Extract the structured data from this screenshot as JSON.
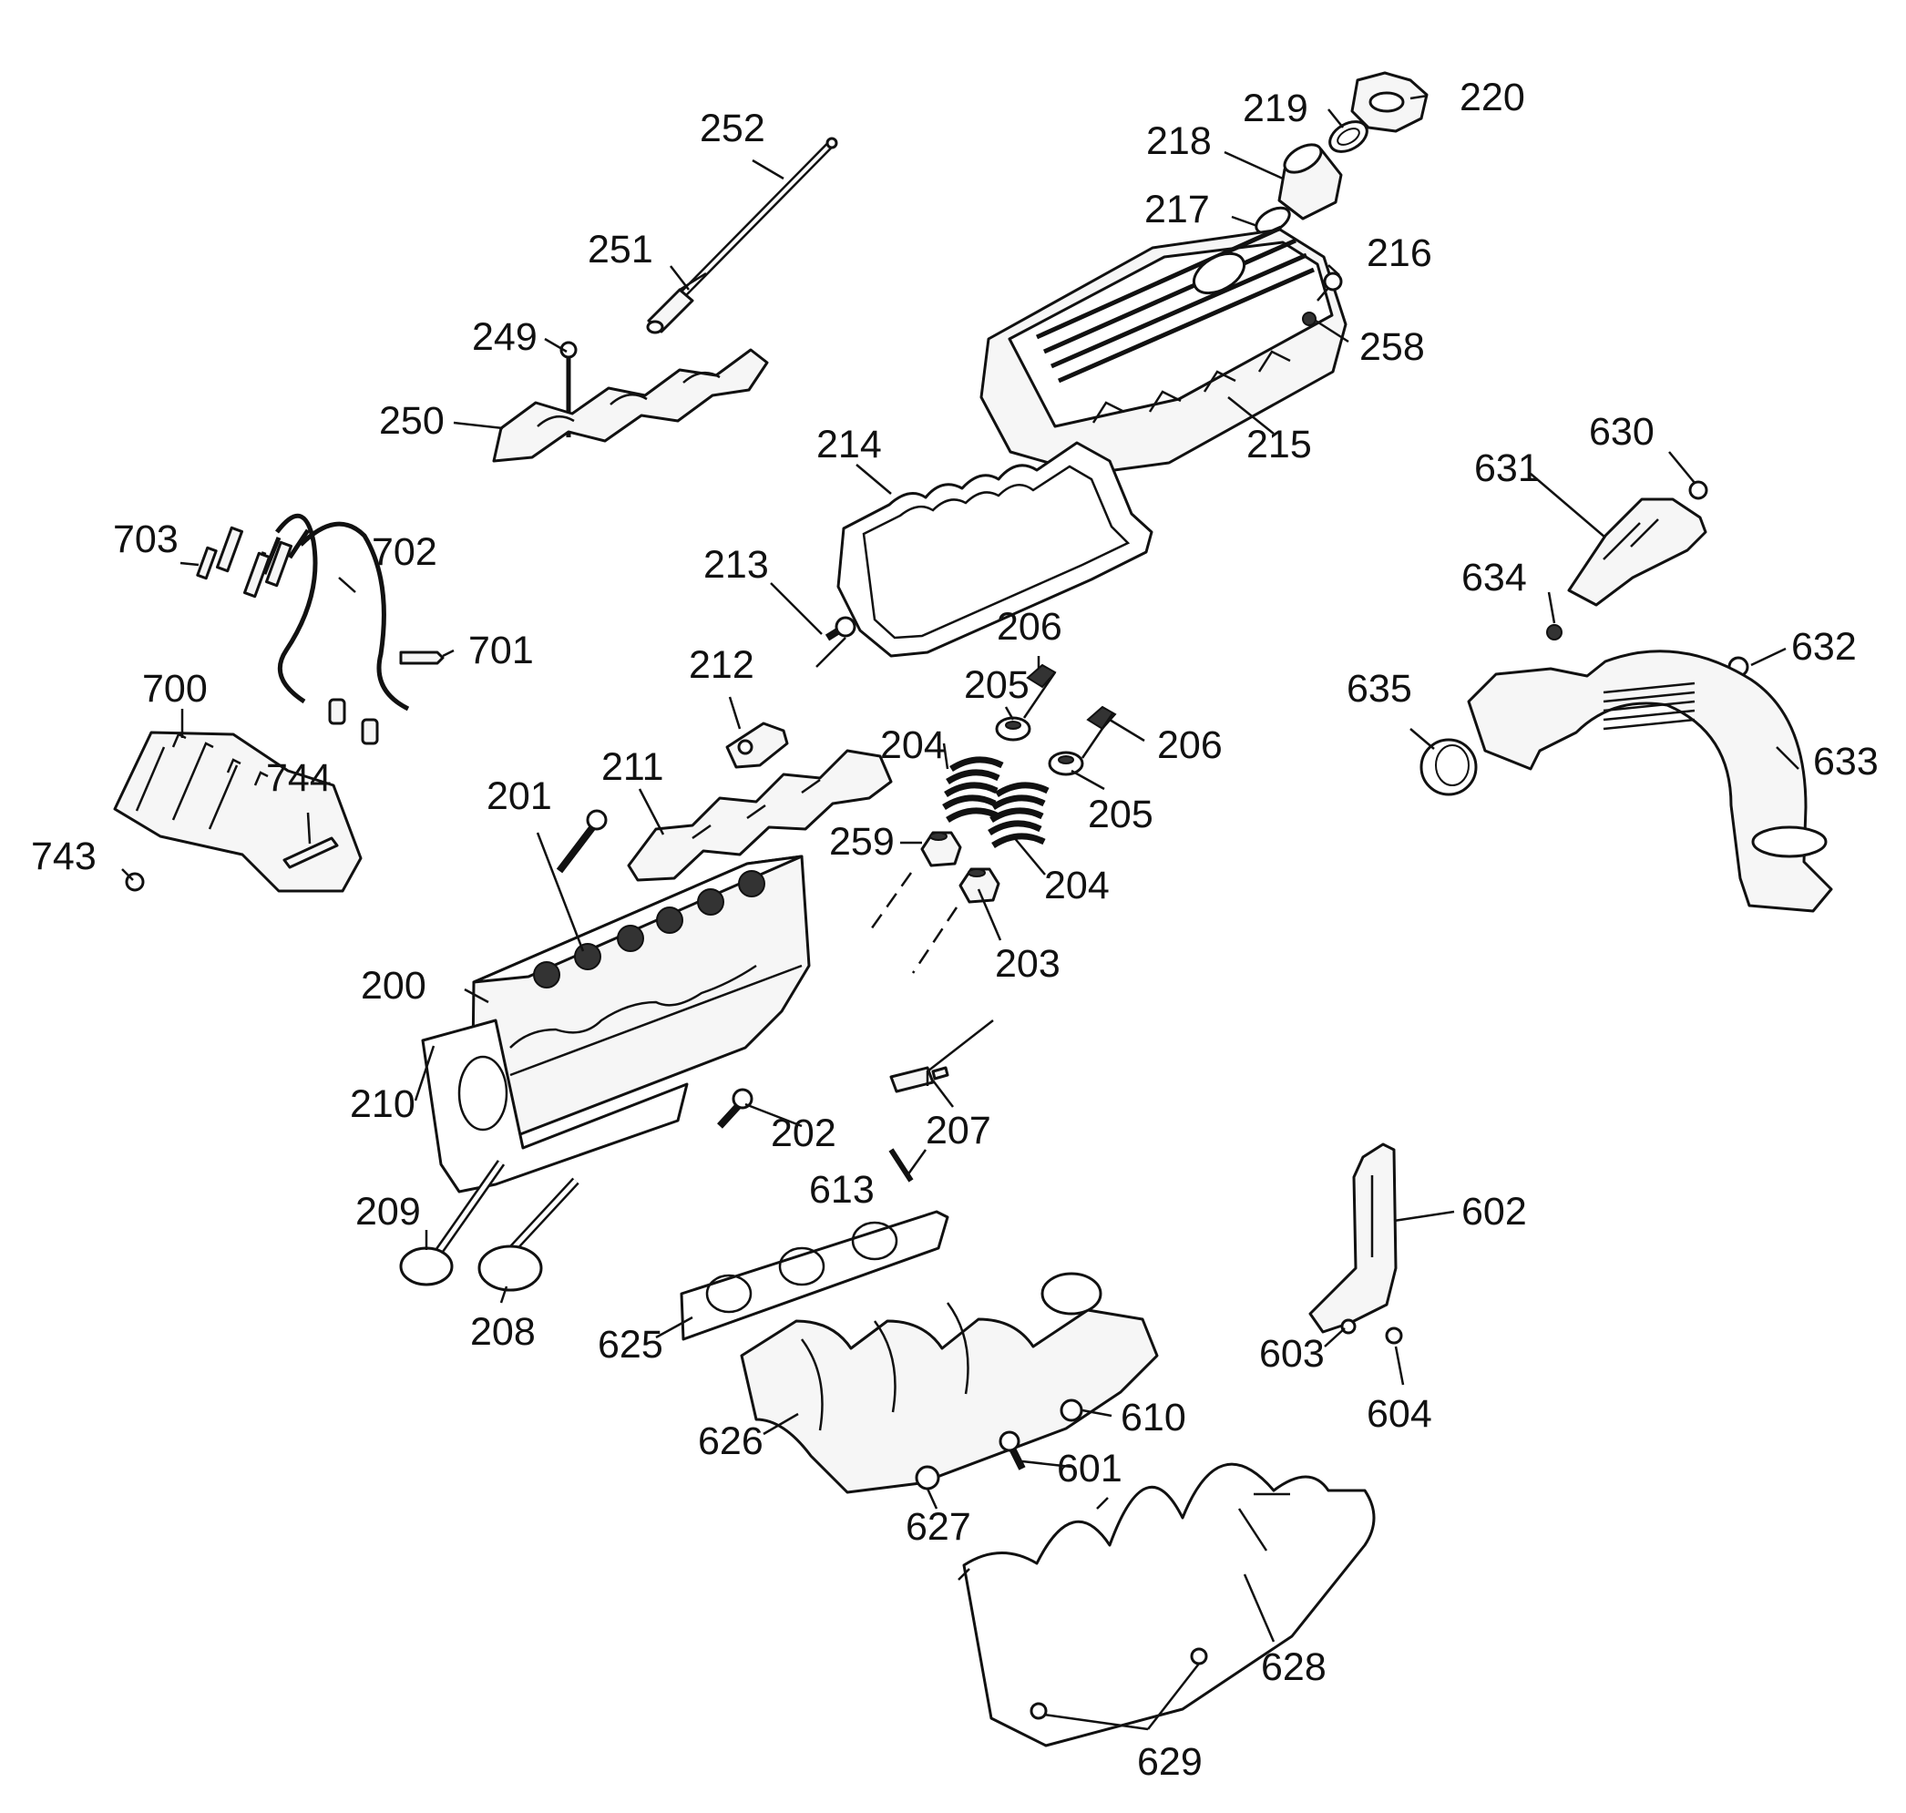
{
  "callouts": [
    {
      "id": "c200",
      "text": "200"
    },
    {
      "id": "c201",
      "text": "201"
    },
    {
      "id": "c202",
      "text": "202"
    },
    {
      "id": "c203",
      "text": "203"
    },
    {
      "id": "c204a",
      "text": "204"
    },
    {
      "id": "c204b",
      "text": "204"
    },
    {
      "id": "c205a",
      "text": "205"
    },
    {
      "id": "c205b",
      "text": "205"
    },
    {
      "id": "c206a",
      "text": "206"
    },
    {
      "id": "c206b",
      "text": "206"
    },
    {
      "id": "c207",
      "text": "207"
    },
    {
      "id": "c208",
      "text": "208"
    },
    {
      "id": "c209",
      "text": "209"
    },
    {
      "id": "c210",
      "text": "210"
    },
    {
      "id": "c211",
      "text": "211"
    },
    {
      "id": "c212",
      "text": "212"
    },
    {
      "id": "c213",
      "text": "213"
    },
    {
      "id": "c214",
      "text": "214"
    },
    {
      "id": "c215",
      "text": "215"
    },
    {
      "id": "c216",
      "text": "216"
    },
    {
      "id": "c217",
      "text": "217"
    },
    {
      "id": "c218",
      "text": "218"
    },
    {
      "id": "c219",
      "text": "219"
    },
    {
      "id": "c220",
      "text": "220"
    },
    {
      "id": "c249",
      "text": "249"
    },
    {
      "id": "c250",
      "text": "250"
    },
    {
      "id": "c251",
      "text": "251"
    },
    {
      "id": "c252",
      "text": "252"
    },
    {
      "id": "c258",
      "text": "258"
    },
    {
      "id": "c259",
      "text": "259"
    },
    {
      "id": "c601",
      "text": "601"
    },
    {
      "id": "c602",
      "text": "602"
    },
    {
      "id": "c603",
      "text": "603"
    },
    {
      "id": "c604",
      "text": "604"
    },
    {
      "id": "c610",
      "text": "610"
    },
    {
      "id": "c613",
      "text": "613"
    },
    {
      "id": "c625",
      "text": "625"
    },
    {
      "id": "c626",
      "text": "626"
    },
    {
      "id": "c627",
      "text": "627"
    },
    {
      "id": "c628",
      "text": "628"
    },
    {
      "id": "c629",
      "text": "629"
    },
    {
      "id": "c630",
      "text": "630"
    },
    {
      "id": "c631",
      "text": "631"
    },
    {
      "id": "c632",
      "text": "632"
    },
    {
      "id": "c633",
      "text": "633"
    },
    {
      "id": "c634",
      "text": "634"
    },
    {
      "id": "c635",
      "text": "635"
    },
    {
      "id": "c700",
      "text": "700"
    },
    {
      "id": "c701",
      "text": "701"
    },
    {
      "id": "c702",
      "text": "702"
    },
    {
      "id": "c703",
      "text": "703"
    },
    {
      "id": "c743",
      "text": "743"
    },
    {
      "id": "c744",
      "text": "744"
    }
  ]
}
